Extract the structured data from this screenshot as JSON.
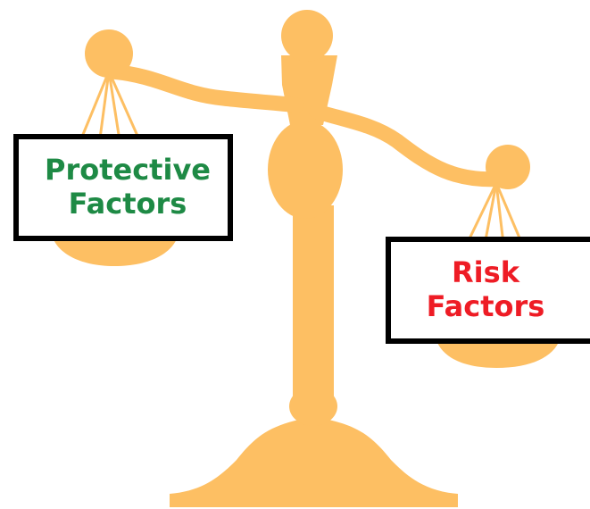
{
  "colors": {
    "scale": "#FDBF63",
    "protective_text": "#1E8A45",
    "risk_text": "#EE1C25",
    "box_border": "#000000"
  },
  "left_label": {
    "line1": "Protective",
    "line2": "Factors"
  },
  "right_label": {
    "line1": "Risk",
    "line2": "Factors"
  }
}
